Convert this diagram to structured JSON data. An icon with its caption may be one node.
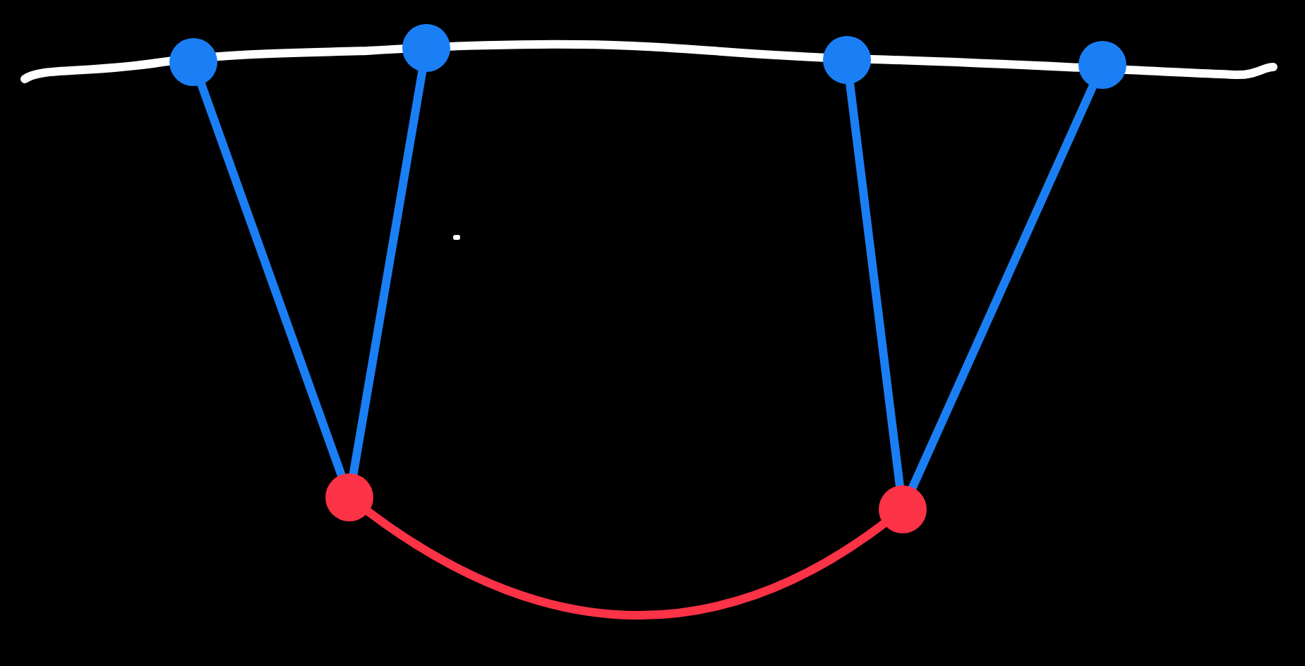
{
  "diagram": {
    "nodes": [
      {
        "text": [],
        "shape": "circle"
      },
      {
        "text": [],
        "shape": "circle"
      },
      {
        "text": [],
        "shape": "circle"
      },
      {
        "text": [],
        "shape": "circle"
      },
      {
        "text": [],
        "shape": "circle"
      },
      {
        "text": [],
        "shape": "circle"
      }
    ],
    "edges": [
      {
        "from": 0,
        "to": 4,
        "arrow": "none"
      },
      {
        "from": 1,
        "to": 4,
        "arrow": "none"
      },
      {
        "from": 2,
        "to": 5,
        "arrow": "none"
      },
      {
        "from": 3,
        "to": 5,
        "arrow": "none"
      },
      {
        "from": 4,
        "to": 5,
        "arrow": "none",
        "color": "#fc3246"
      }
    ]
  }
}
